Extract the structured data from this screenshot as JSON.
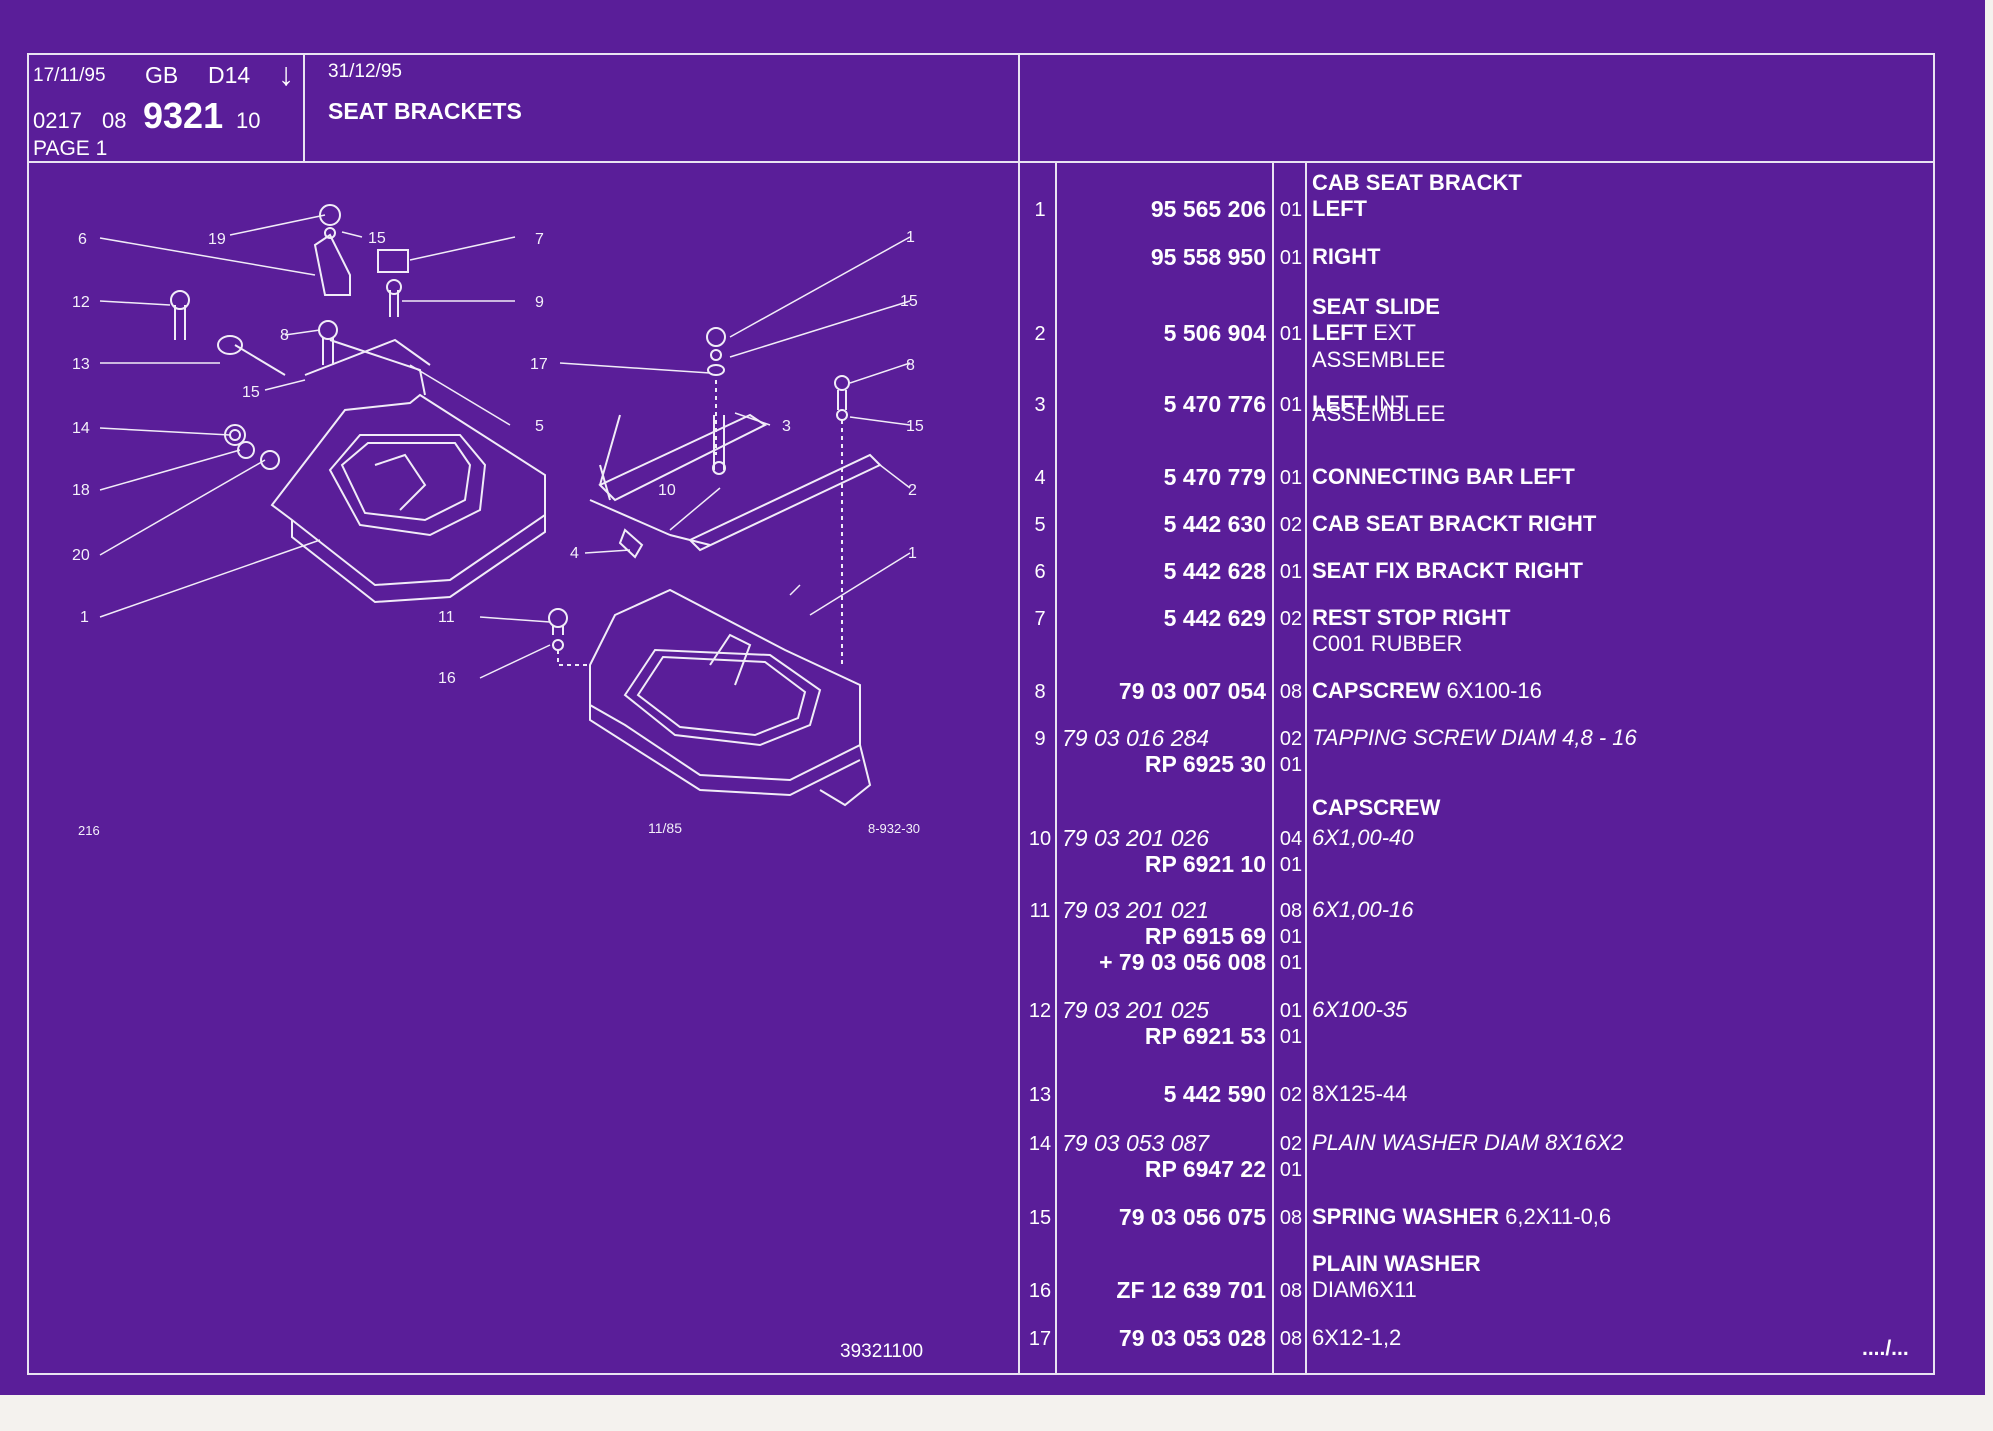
{
  "header": {
    "date": "17/11/95",
    "lang": "GB",
    "code": "D14",
    "arrow": "↓",
    "ref_a": "0217",
    "ref_b": "08",
    "ref_main": "9321",
    "ref_c": "10",
    "page": "PAGE 1",
    "date2": "31/12/95",
    "title": "SEAT BRACKETS"
  },
  "diagram": {
    "code_left": "216",
    "date_mid": "11/85",
    "code_right": "8-932-30",
    "labels": [
      "6",
      "19",
      "15",
      "7",
      "12",
      "9",
      "8",
      "13",
      "17",
      "15",
      "15",
      "3",
      "14",
      "5",
      "18",
      "10",
      "2",
      "20",
      "4",
      "1",
      "11",
      "16",
      "1",
      "8",
      "15",
      "1"
    ]
  },
  "footer": {
    "ref": "39321100",
    "continued": "..../..."
  },
  "parts": [
    {
      "num": "",
      "lines": [
        {
          "pn": "",
          "qty": ""
        }
      ],
      "desc": [
        {
          "text": "CAB SEAT BRACKT",
          "style": "b"
        }
      ]
    },
    {
      "num": "1",
      "lines": [
        {
          "pn": "95 565 206",
          "qty": "01",
          "style": "b"
        }
      ],
      "desc": [
        {
          "text": "LEFT",
          "style": "b"
        }
      ]
    },
    {
      "num": "",
      "lines": [
        {
          "pn": "95 558 950",
          "qty": "01",
          "style": "b"
        }
      ],
      "desc": [
        {
          "text": "RIGHT",
          "style": "b"
        }
      ]
    },
    {
      "num": "",
      "lines": [],
      "desc": [
        {
          "text": "SEAT SLIDE",
          "style": "b"
        }
      ]
    },
    {
      "num": "2",
      "lines": [
        {
          "pn": "5 506 904",
          "qty": "01",
          "style": "b"
        }
      ],
      "desc": [
        {
          "text": "LEFT",
          "style": "b"
        },
        {
          "text": " EXT",
          "style": ""
        }
      ]
    },
    {
      "num": "",
      "lines": [],
      "desc": [
        {
          "text": "ASSEMBLEE",
          "style": ""
        }
      ]
    },
    {
      "num": "3",
      "lines": [
        {
          "pn": "5 470 776",
          "qty": "01",
          "style": "b"
        }
      ],
      "desc": [
        {
          "text": "LEFT",
          "style": "b"
        },
        {
          "text": " INT",
          "style": ""
        }
      ]
    },
    {
      "num": "",
      "lines": [],
      "desc": [
        {
          "text": "ASSEMBLEE",
          "style": ""
        }
      ]
    },
    {
      "num": "4",
      "lines": [
        {
          "pn": "5 470 779",
          "qty": "01",
          "style": "b"
        }
      ],
      "desc": [
        {
          "text": "CONNECTING BAR LEFT",
          "style": "b"
        }
      ]
    },
    {
      "num": "5",
      "lines": [
        {
          "pn": "5 442 630",
          "qty": "02",
          "style": "b"
        }
      ],
      "desc": [
        {
          "text": "CAB SEAT BRACKT RIGHT",
          "style": "b"
        }
      ]
    },
    {
      "num": "6",
      "lines": [
        {
          "pn": "5 442 628",
          "qty": "01",
          "style": "b"
        }
      ],
      "desc": [
        {
          "text": "SEAT FIX BRACKT RIGHT",
          "style": "b"
        }
      ]
    },
    {
      "num": "7",
      "lines": [
        {
          "pn": "5 442 629",
          "qty": "02",
          "style": "b"
        }
      ],
      "desc": [
        {
          "text": "REST STOP RIGHT",
          "style": "b"
        }
      ]
    },
    {
      "num": "",
      "lines": [],
      "desc": [
        {
          "text": "C001 RUBBER",
          "style": ""
        }
      ]
    },
    {
      "num": "8",
      "lines": [
        {
          "pn": "79 03 007 054",
          "qty": "08",
          "style": "b"
        }
      ],
      "desc": [
        {
          "text": "CAPSCREW",
          "style": "b"
        },
        {
          "text": " 6X100-16",
          "style": ""
        }
      ]
    },
    {
      "num": "9",
      "lines": [
        {
          "pn": "79 03 016 284",
          "qty": "02",
          "style": "i"
        }
      ],
      "desc": [
        {
          "text": "TAPPING SCREW DIAM 4,8 - 16",
          "style": "i"
        }
      ]
    },
    {
      "num": "",
      "lines": [
        {
          "pn": "RP  6925 30",
          "qty": "01",
          "style": "b"
        }
      ],
      "desc": []
    },
    {
      "num": "",
      "lines": [],
      "desc": [
        {
          "text": "CAPSCREW",
          "style": "b"
        }
      ]
    },
    {
      "num": "10",
      "lines": [
        {
          "pn": "79 03 201 026",
          "qty": "04",
          "style": "i"
        }
      ],
      "desc": [
        {
          "text": "6X1,00-40",
          "style": "i"
        }
      ]
    },
    {
      "num": "",
      "lines": [
        {
          "pn": "RP  6921 10",
          "qty": "01",
          "style": "b"
        }
      ],
      "desc": []
    },
    {
      "num": "11",
      "lines": [
        {
          "pn": "79 03 201 021",
          "qty": "08",
          "style": "i"
        }
      ],
      "desc": [
        {
          "text": "6X1,00-16",
          "style": "i"
        }
      ]
    },
    {
      "num": "",
      "lines": [
        {
          "pn": "RP  6915 69",
          "qty": "01",
          "style": "b"
        }
      ],
      "desc": []
    },
    {
      "num": "",
      "lines": [
        {
          "pn": "+  79 03 056 008",
          "qty": "01",
          "style": "b"
        }
      ],
      "desc": []
    },
    {
      "num": "12",
      "lines": [
        {
          "pn": "79 03 201 025",
          "qty": "01",
          "style": "i"
        }
      ],
      "desc": [
        {
          "text": "6X100-35",
          "style": "i"
        }
      ]
    },
    {
      "num": "",
      "lines": [
        {
          "pn": "RP  6921 53",
          "qty": "01",
          "style": "b"
        }
      ],
      "desc": []
    },
    {
      "num": "13",
      "lines": [
        {
          "pn": "5 442 590",
          "qty": "02",
          "style": "b"
        }
      ],
      "desc": [
        {
          "text": "8X125-44",
          "style": ""
        }
      ]
    },
    {
      "num": "14",
      "lines": [
        {
          "pn": "79 03 053 087",
          "qty": "02",
          "style": "i"
        }
      ],
      "desc": [
        {
          "text": "PLAIN WASHER DIAM 8X16X2",
          "style": "i"
        }
      ]
    },
    {
      "num": "",
      "lines": [
        {
          "pn": "RP  6947 22",
          "qty": "01",
          "style": "b"
        }
      ],
      "desc": []
    },
    {
      "num": "15",
      "lines": [
        {
          "pn": "79 03 056 075",
          "qty": "08",
          "style": "b"
        }
      ],
      "desc": [
        {
          "text": "SPRING WASHER",
          "style": "b"
        },
        {
          "text": " 6,2X11-0,6",
          "style": ""
        }
      ]
    },
    {
      "num": "",
      "lines": [],
      "desc": [
        {
          "text": "PLAIN WASHER",
          "style": "b"
        }
      ]
    },
    {
      "num": "16",
      "lines": [
        {
          "pn": "ZF 12 639 701",
          "qty": "08",
          "style": "b"
        }
      ],
      "desc": [
        {
          "text": "DIAM6X11",
          "style": ""
        }
      ]
    },
    {
      "num": "17",
      "lines": [
        {
          "pn": "79 03 053 028",
          "qty": "08",
          "style": "b"
        }
      ],
      "desc": [
        {
          "text": "6X12-1,2",
          "style": ""
        }
      ]
    }
  ]
}
